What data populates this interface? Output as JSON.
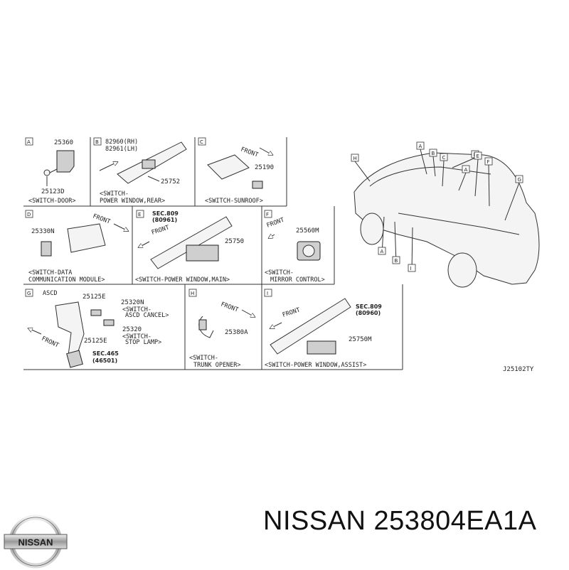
{
  "panels": {
    "A": {
      "tag": "A",
      "parts": [
        "25360",
        "25123D"
      ],
      "caption": "<SWITCH-DOOR>"
    },
    "B": {
      "tag": "B",
      "parts": [
        "82960(RH)",
        "82961(LH)",
        "25752"
      ],
      "caption1": "<SWITCH-",
      "caption2": "POWER WINDOW,REAR>"
    },
    "C": {
      "tag": "C",
      "parts": [
        "25190"
      ],
      "front": "FRONT",
      "caption": "<SWITCH-SUNROOF>"
    },
    "D": {
      "tag": "D",
      "parts": [
        "25330N"
      ],
      "front": "FRONT",
      "caption1": "<SWITCH-DATA",
      "caption2": "COMMUNICATION MODULE>"
    },
    "E": {
      "tag": "E",
      "parts": [
        "SEC.809",
        "(80961)",
        "25750"
      ],
      "front": "FRONT",
      "caption": "<SWITCH-POWER WINDOW,MAIN>"
    },
    "F": {
      "tag": "F",
      "parts": [
        "25560M"
      ],
      "front": "FRONT",
      "caption1": "<SWITCH-",
      "caption2": "MIRROR CONTROL>"
    },
    "G": {
      "tag": "G",
      "parts": [
        "ASCD",
        "25125E",
        "25320N",
        "25320",
        "25125E",
        "SEC.465",
        "(46501)"
      ],
      "notes": [
        "<SWITCH-",
        "ASCD CANCEL>",
        "<SWITCH-",
        "STOP LAMP>"
      ],
      "front": "FRONT"
    },
    "H": {
      "tag": "H",
      "parts": [
        "25380A"
      ],
      "front": "FRONT",
      "caption1": "<SWITCH-",
      "caption2": "TRUNK OPENER>"
    },
    "I": {
      "tag": "I",
      "parts": [
        "SEC.809",
        "(80960)",
        "25750M"
      ],
      "front": "FRONT",
      "caption": "<SWITCH-POWER WINDOW,ASSIST>"
    }
  },
  "car_tags": [
    "A",
    "B",
    "C",
    "D",
    "E",
    "F",
    "G",
    "H",
    "A",
    "B",
    "A",
    "I"
  ],
  "diagram_code": "J25102TY",
  "brand": {
    "logo_text": "NISSAN",
    "headline": "NISSAN 253804EA1A"
  }
}
